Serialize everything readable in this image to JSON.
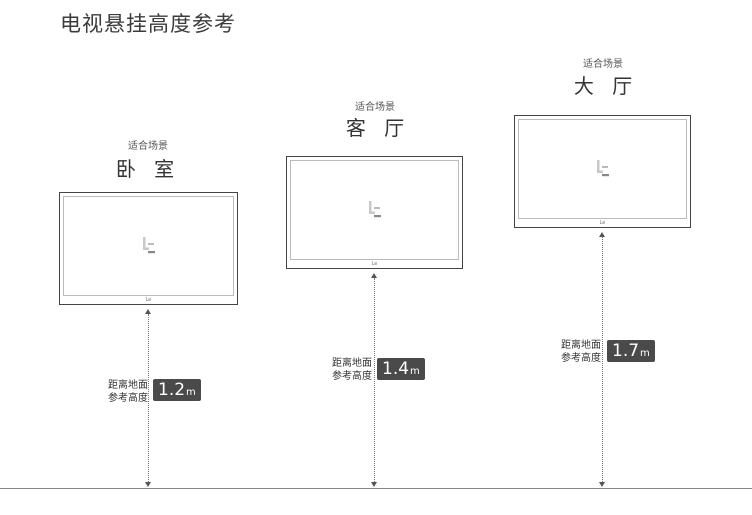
{
  "title": "电视悬挂高度参考",
  "scene_caption": "适合场景",
  "height_caption_line1": "距离地面",
  "height_caption_line2": "参考高度",
  "tv_brand_mark": "Le",
  "scenes": [
    {
      "name": "卧 室",
      "height_value": "1.2",
      "height_unit": "m"
    },
    {
      "name": "客 厅",
      "height_value": "1.4",
      "height_unit": "m"
    },
    {
      "name": "大 厅",
      "height_value": "1.7",
      "height_unit": "m"
    }
  ],
  "colors": {
    "badge": "#4a4a4a",
    "frame": "#444444",
    "logo_light": "#c8c8c8",
    "logo_dark": "#888888"
  }
}
